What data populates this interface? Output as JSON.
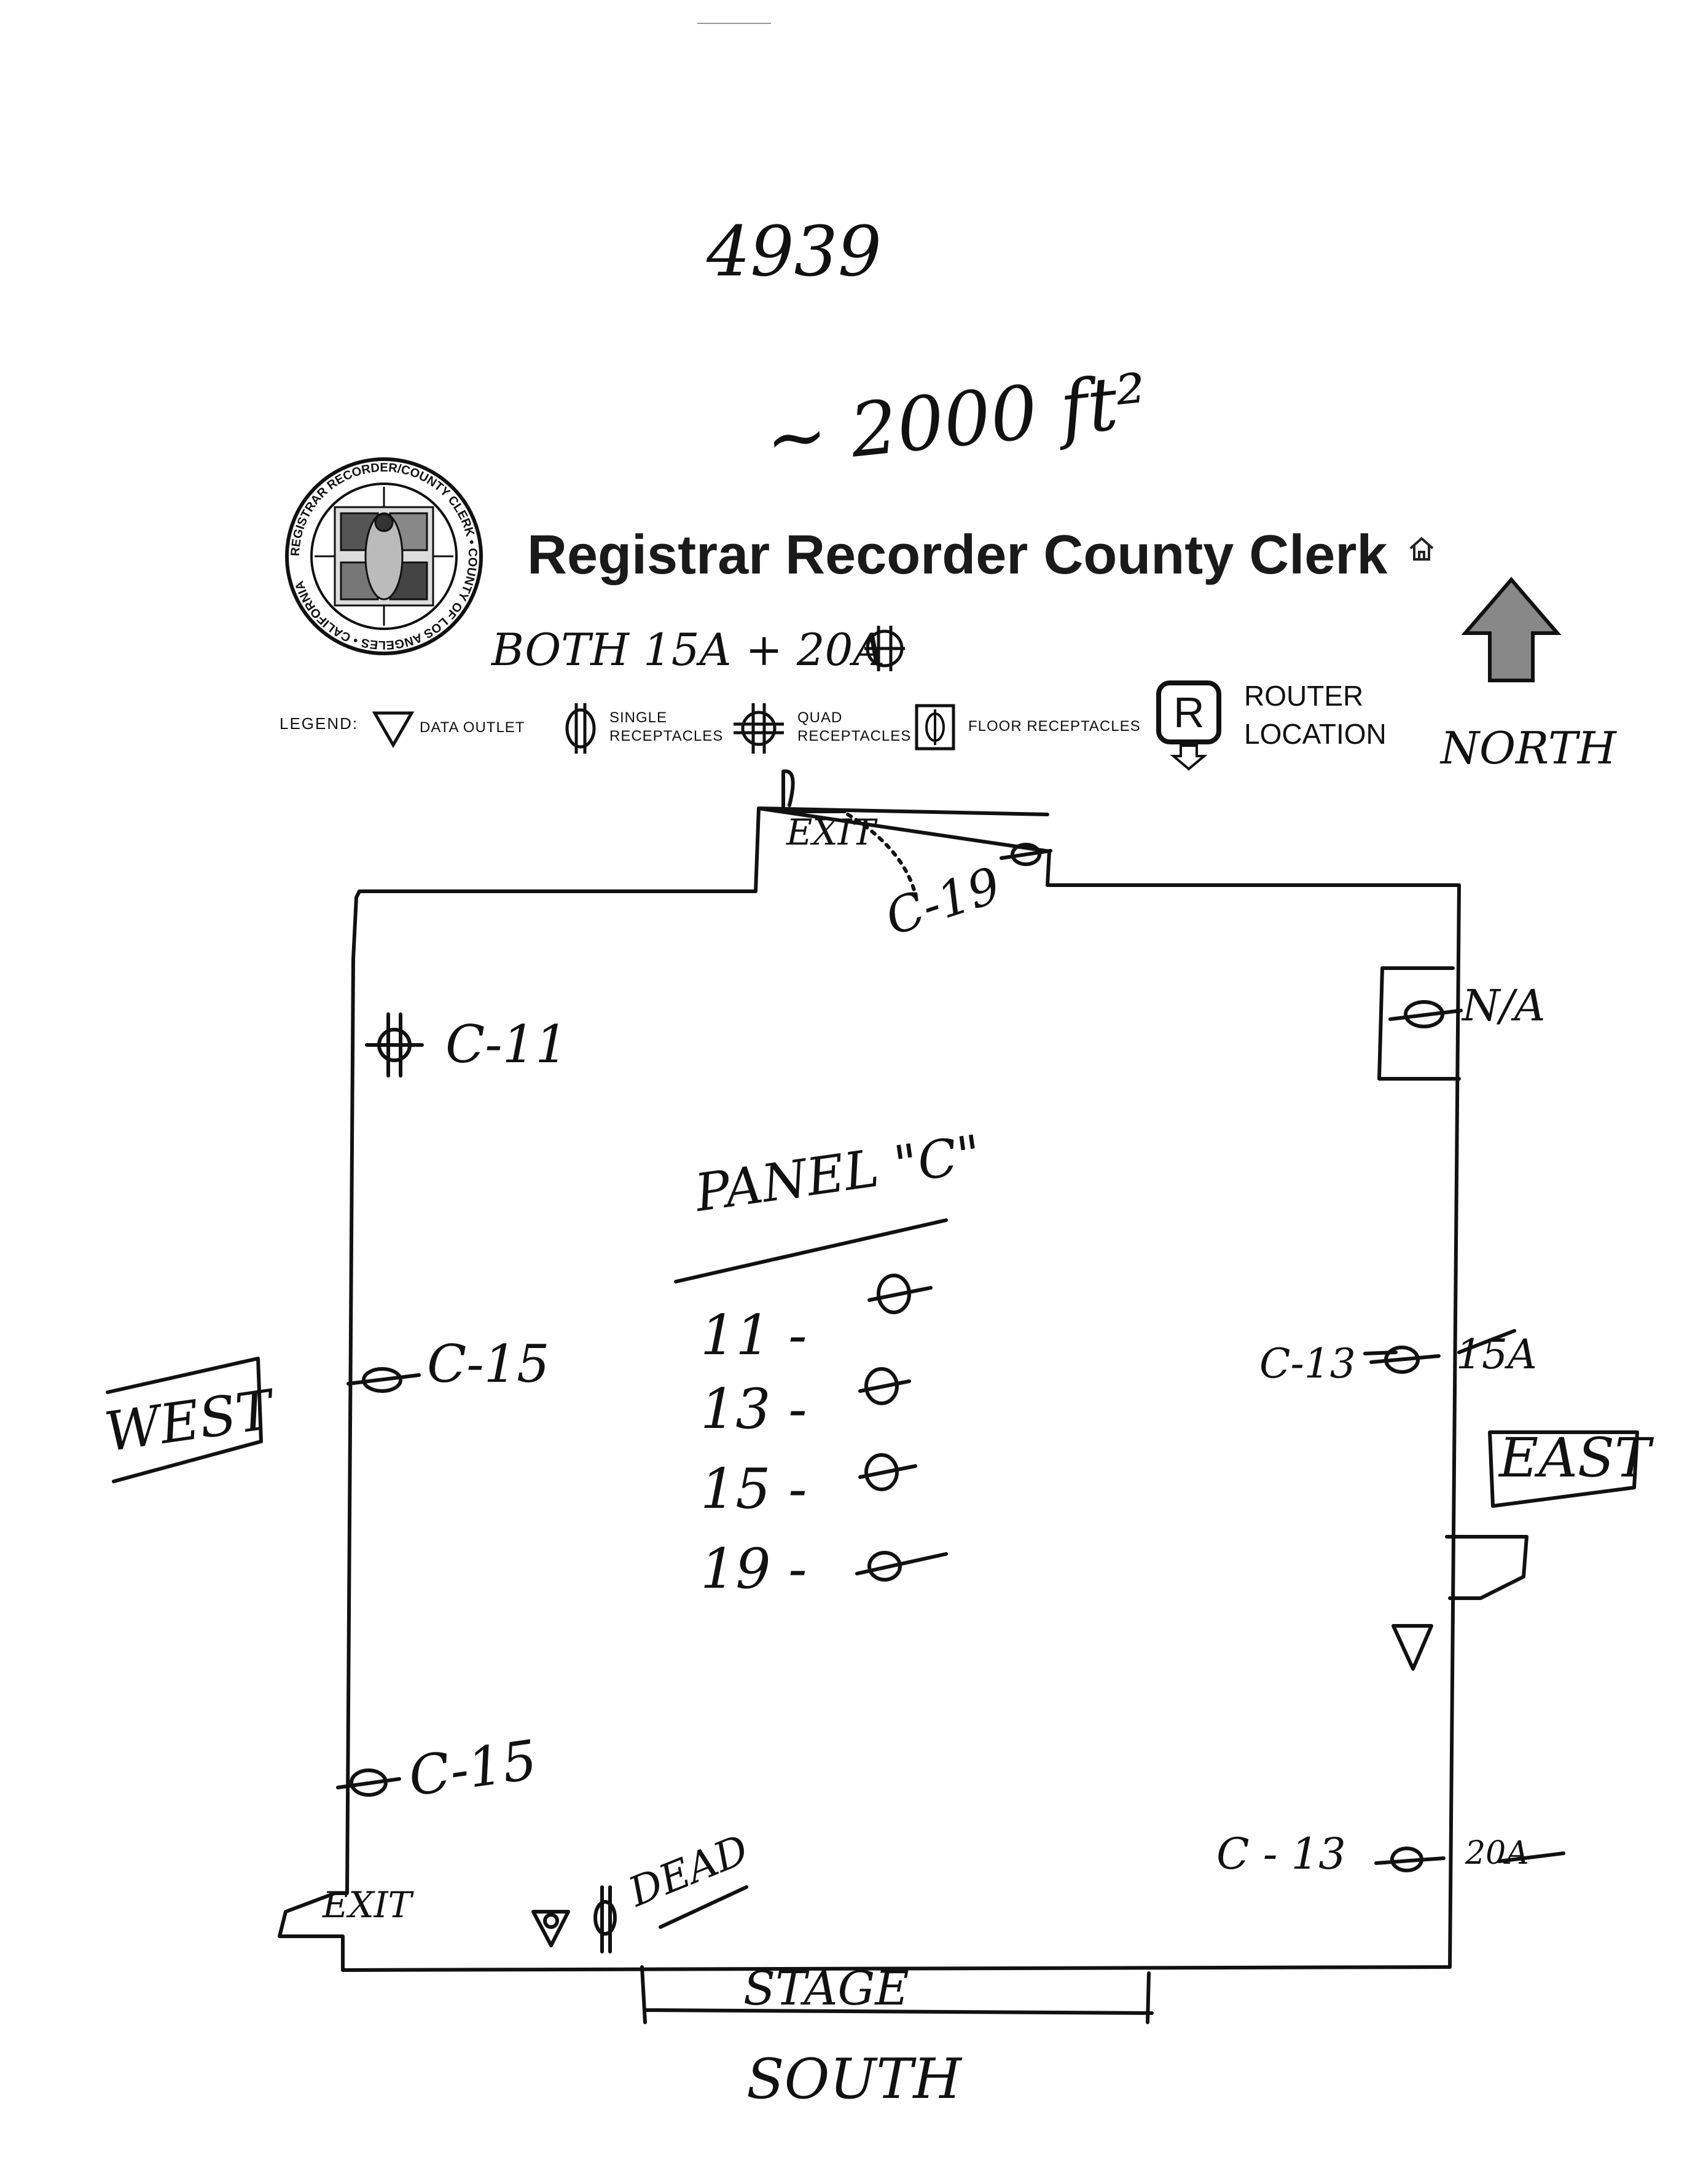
{
  "handwritten": {
    "page_number": "4939",
    "area": "~ 2000 ft²",
    "both_note": "BOTH 15A + 20A",
    "north": "NORTH",
    "exit_top": "EXIT",
    "c19": "C-19",
    "na": "N/A",
    "c11": "C-11",
    "panel_title": "PANEL \"C\"",
    "panel_rows": [
      {
        "num": "11 -"
      },
      {
        "num": "13 -"
      },
      {
        "num": "15 -"
      },
      {
        "num": "19 -"
      }
    ],
    "c15_upper": "C-15",
    "west": "WEST",
    "c13_upper": "C-13",
    "amp_15a": "15A",
    "east": "EAST",
    "c15_lower": "C-15",
    "exit_bottom": "EXIT",
    "dead": "DEAD",
    "c13_lower": "C - 13",
    "amp_20a": "20A",
    "stage": "STAGE",
    "south": "SOUTH"
  },
  "header": {
    "title": "Registrar Recorder County Clerk"
  },
  "seal": {
    "outer_text": "REGISTRAR RECORDER/COUNTY CLERK • COUNTY OF LOS ANGELES • CALIFORNIA"
  },
  "legend": {
    "label": "LEGEND:",
    "items": [
      {
        "icon": "data-outlet-icon",
        "line1": "DATA OUTLET",
        "line2": ""
      },
      {
        "icon": "single-receptacle-icon",
        "line1": "SINGLE",
        "line2": "RECEPTACLES"
      },
      {
        "icon": "quad-receptacle-icon",
        "line1": "QUAD",
        "line2": "RECEPTACLES"
      },
      {
        "icon": "floor-receptacle-icon",
        "line1": "FLOOR RECEPTACLES",
        "line2": ""
      }
    ],
    "router": {
      "letter": "R",
      "line1": "ROUTER",
      "line2": "LOCATION"
    }
  },
  "colors": {
    "ink": "#111111",
    "paper": "#ffffff"
  }
}
